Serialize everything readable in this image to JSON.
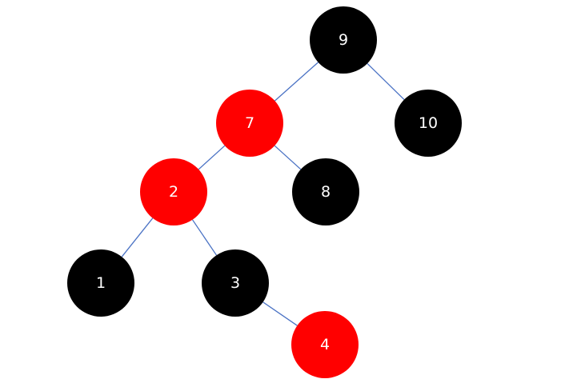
{
  "tree": {
    "nodes": [
      {
        "id": "n9",
        "label": "9",
        "color": "#000000"
      },
      {
        "id": "n7",
        "label": "7",
        "color": "#ff0000"
      },
      {
        "id": "n10",
        "label": "10",
        "color": "#000000"
      },
      {
        "id": "n2",
        "label": "2",
        "color": "#ff0000"
      },
      {
        "id": "n8",
        "label": "8",
        "color": "#000000"
      },
      {
        "id": "n1",
        "label": "1",
        "color": "#000000"
      },
      {
        "id": "n3",
        "label": "3",
        "color": "#000000"
      },
      {
        "id": "n4",
        "label": "4",
        "color": "#ff0000"
      }
    ],
    "edges": [
      {
        "from": "n9",
        "to": "n7"
      },
      {
        "from": "n9",
        "to": "n10"
      },
      {
        "from": "n7",
        "to": "n2"
      },
      {
        "from": "n7",
        "to": "n8"
      },
      {
        "from": "n2",
        "to": "n1"
      },
      {
        "from": "n2",
        "to": "n3"
      },
      {
        "from": "n3",
        "to": "n4"
      }
    ],
    "edge_color": "#4a72c4",
    "label_color": "#ffffff"
  }
}
